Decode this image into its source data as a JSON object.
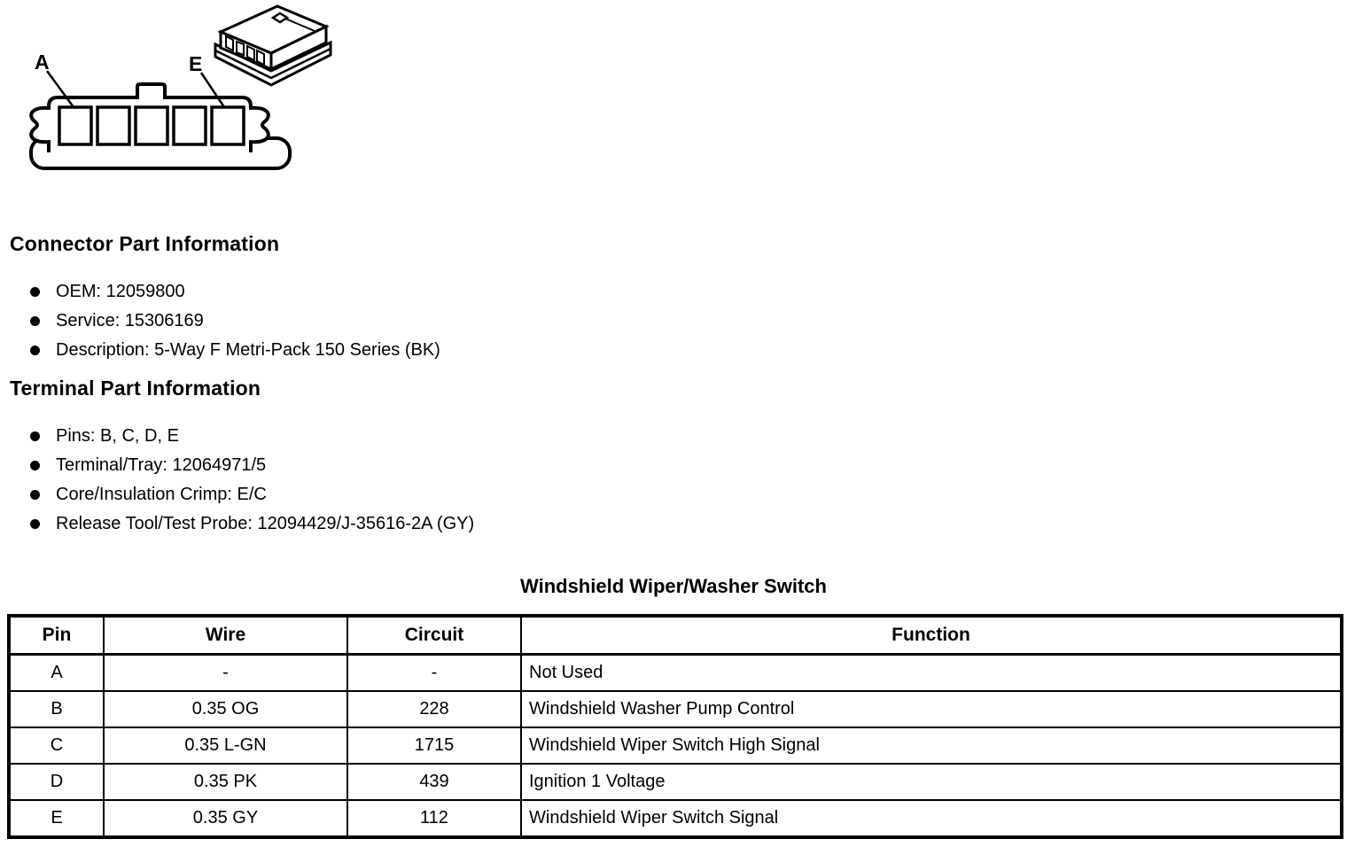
{
  "diagram": {
    "label_a": "A",
    "label_e": "E"
  },
  "connector_info": {
    "heading": "Connector Part Information",
    "items": [
      "OEM: 12059800",
      "Service: 15306169",
      "Description: 5-Way F Metri-Pack 150 Series (BK)"
    ]
  },
  "terminal_info": {
    "heading": "Terminal Part Information",
    "items": [
      "Pins: B, C, D, E",
      "Terminal/Tray: 12064971/5",
      "Core/Insulation Crimp: E/C",
      "Release Tool/Test Probe: 12094429/J-35616-2A (GY)"
    ]
  },
  "table": {
    "title": "Windshield Wiper/Washer Switch",
    "headers": [
      "Pin",
      "Wire",
      "Circuit",
      "Function"
    ],
    "rows": [
      {
        "pin": "A",
        "wire": "-",
        "circuit": "-",
        "function": "Not Used"
      },
      {
        "pin": "B",
        "wire": "0.35 OG",
        "circuit": "228",
        "function": "Windshield Washer Pump Control"
      },
      {
        "pin": "C",
        "wire": "0.35 L-GN",
        "circuit": "1715",
        "function": "Windshield Wiper Switch High Signal"
      },
      {
        "pin": "D",
        "wire": "0.35 PK",
        "circuit": "439",
        "function": "Ignition 1 Voltage"
      },
      {
        "pin": "E",
        "wire": "0.35 GY",
        "circuit": "112",
        "function": "Windshield Wiper Switch Signal"
      }
    ]
  }
}
